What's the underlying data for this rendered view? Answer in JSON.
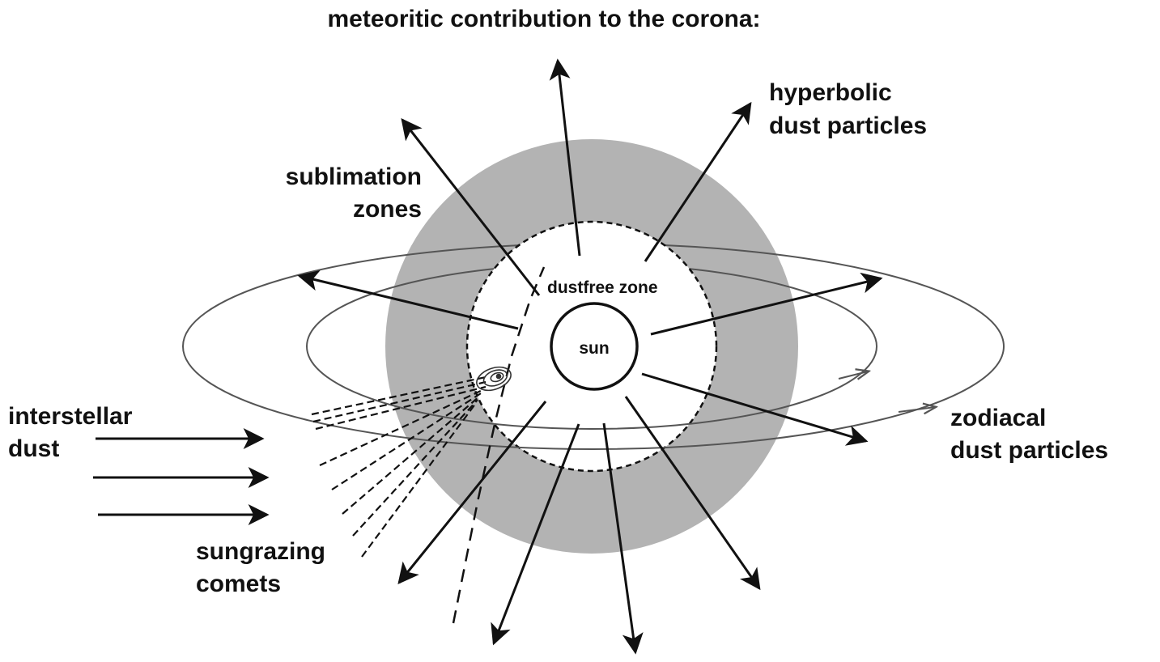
{
  "title": "meteoritic contribution to the corona:",
  "labels": {
    "hyperbolic_1": "hyperbolic",
    "hyperbolic_2": "dust particles",
    "sublimation_1": "sublimation",
    "sublimation_2": "zones",
    "interstellar_1": "interstellar",
    "interstellar_2": "dust",
    "zodiacal_1": "zodiacal",
    "zodiacal_2": "dust particles",
    "sungrazing_1": "sungrazing",
    "sungrazing_2": "comets",
    "dustfree": "dustfree zone",
    "sun": "sun"
  },
  "colors": {
    "sublimation_zone": "#b3b3b3",
    "line": "#111111",
    "orbit": "#555555",
    "background": "#ffffff"
  }
}
